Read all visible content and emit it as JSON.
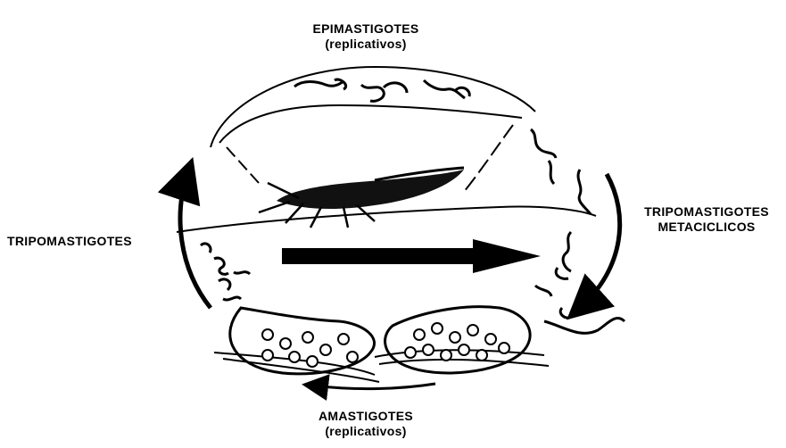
{
  "labels": {
    "top": {
      "line1": "EPIMASTIGOTES",
      "line2": "(replicativos)"
    },
    "left": {
      "line1": "TRIPOMASTIGOTES"
    },
    "right": {
      "line1": "TRIPOMASTIGOTES",
      "line2": "METACICLICOS"
    },
    "bottom": {
      "line1": "AMASTIGOTES",
      "line2": "(replicativos)"
    }
  },
  "colors": {
    "ink": "#000000",
    "background": "#ffffff"
  }
}
